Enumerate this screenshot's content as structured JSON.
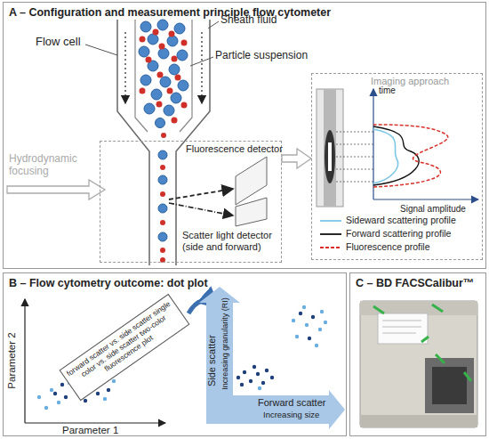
{
  "diagram": {
    "nodes": [
      {
        "text": [
          "A – Configuration and measurement principle flow cytometer"
        ]
      },
      {
        "text": [
          "Fluorescence detector",
          "Scatter light detector (side and forward)"
        ],
        "in": 0
      },
      {
        "text": [
          "Imaging approach"
        ],
        "in": 0
      },
      {
        "text": [
          "B – Flow cytometry outcome: dot plot"
        ]
      },
      {
        "text": [
          "forward scatter vs. side scatter single color vs. side scatter two-color fluorescence plot"
        ],
        "in": 3
      },
      {
        "text": [
          "C – BD FACSCalibur™"
        ]
      }
    ],
    "edges": [
      {
        "from": 1,
        "to": 2,
        "arrow": "to"
      }
    ],
    "labels": [
      "Sheath fluid",
      "Flow cell",
      "Particle suspension",
      "Hydrodynamic focusing",
      "time",
      "Signal amplitude",
      "Parameter 2",
      "Parameter 1",
      "Side scatter",
      "Increasing granularity (RI)",
      "Forward scatter",
      "Increasing size"
    ],
    "legend": [
      {
        "text": "Sideward scattering profile"
      },
      {
        "text": "Forward scattering profile"
      },
      {
        "text": "Fluorescence profile"
      }
    ]
  }
}
